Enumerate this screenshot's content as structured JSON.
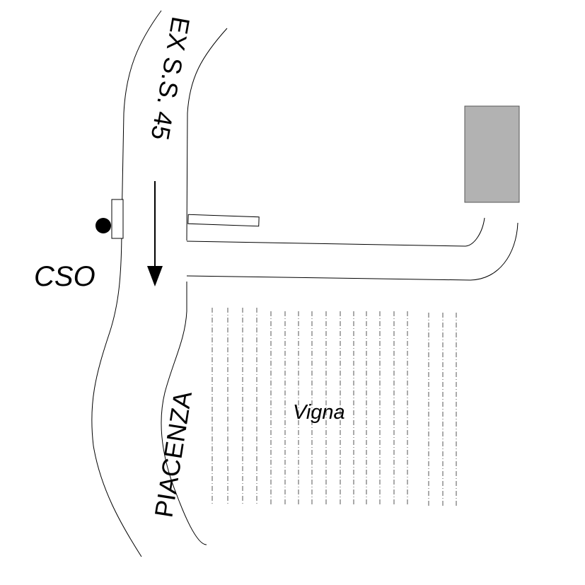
{
  "map": {
    "road_name": "EX S.S. 45",
    "direction_label": "PIACENZA",
    "marker_label": "CSO",
    "field_label": "Vigna"
  },
  "colors": {
    "background": "#ffffff",
    "line": "#000000",
    "building_fill": "#b2b2b2",
    "vine_rows": "#555555"
  }
}
